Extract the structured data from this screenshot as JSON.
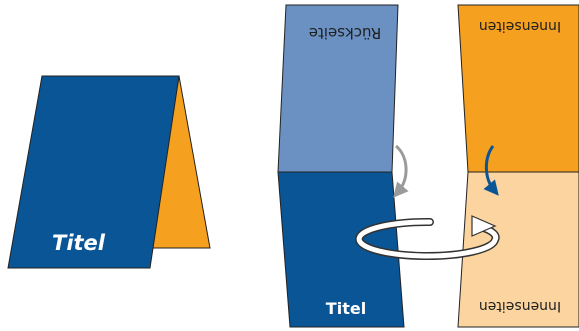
{
  "colors": {
    "dark_blue": "#0a5596",
    "light_blue": "#6b91c3",
    "orange": "#f5a01e",
    "light_orange": "#fbd49f",
    "arrow_blue": "#0a5596",
    "arrow_gray": "#9a9a9a",
    "outline": "#222222"
  },
  "folded_card": {
    "title": "Titel"
  },
  "unfolded_card": {
    "back_label": "Rückseite",
    "front_label": "Titel",
    "inner_top_label": "Innenseiten",
    "inner_bottom_label": "Innenseiten"
  },
  "icons": [
    "curved-arrow-down-icon",
    "rotate-arrow-icon"
  ]
}
